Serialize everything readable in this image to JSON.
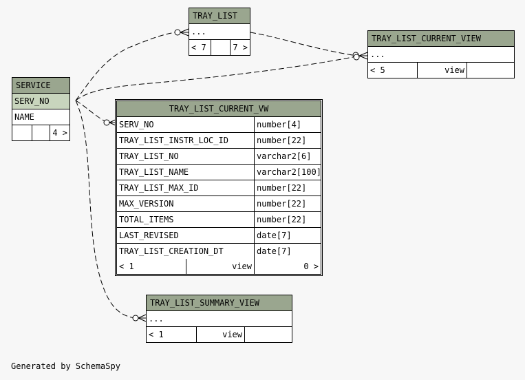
{
  "tables": {
    "tray_list": {
      "name": "TRAY_LIST",
      "rows": [
        "..."
      ],
      "stats": {
        "parents": "< 7",
        "middle": "",
        "children": "7 >"
      }
    },
    "tray_list_current_view": {
      "name": "TRAY_LIST_CURRENT_VIEW",
      "rows": [
        "..."
      ],
      "stats": {
        "parents": "< 5",
        "middle": "view",
        "children": ""
      }
    },
    "service": {
      "name": "SERVICE",
      "columns": [
        "SERV_NO",
        "NAME"
      ],
      "stats": {
        "parents": "",
        "middle": "",
        "children": "4 >"
      }
    },
    "tray_list_current_vw": {
      "name": "TRAY_LIST_CURRENT_VW",
      "columns": [
        {
          "name": "SERV_NO",
          "type": "number[4]"
        },
        {
          "name": "TRAY_LIST_INSTR_LOC_ID",
          "type": "number[22]"
        },
        {
          "name": "TRAY_LIST_NO",
          "type": "varchar2[6]"
        },
        {
          "name": "TRAY_LIST_NAME",
          "type": "varchar2[100]"
        },
        {
          "name": "TRAY_LIST_MAX_ID",
          "type": "number[22]"
        },
        {
          "name": "MAX_VERSION",
          "type": "number[22]"
        },
        {
          "name": "TOTAL_ITEMS",
          "type": "number[22]"
        },
        {
          "name": "LAST_REVISED",
          "type": "date[7]"
        },
        {
          "name": "TRAY_LIST_CREATION_DT",
          "type": "date[7]"
        }
      ],
      "stats": {
        "parents": "< 1",
        "middle": "view",
        "children": "0 >"
      }
    },
    "tray_list_summary_view": {
      "name": "TRAY_LIST_SUMMARY_VIEW",
      "rows": [
        "..."
      ],
      "stats": {
        "parents": "< 1",
        "middle": "view",
        "children": ""
      }
    }
  },
  "footer": "Generated by SchemaSpy"
}
